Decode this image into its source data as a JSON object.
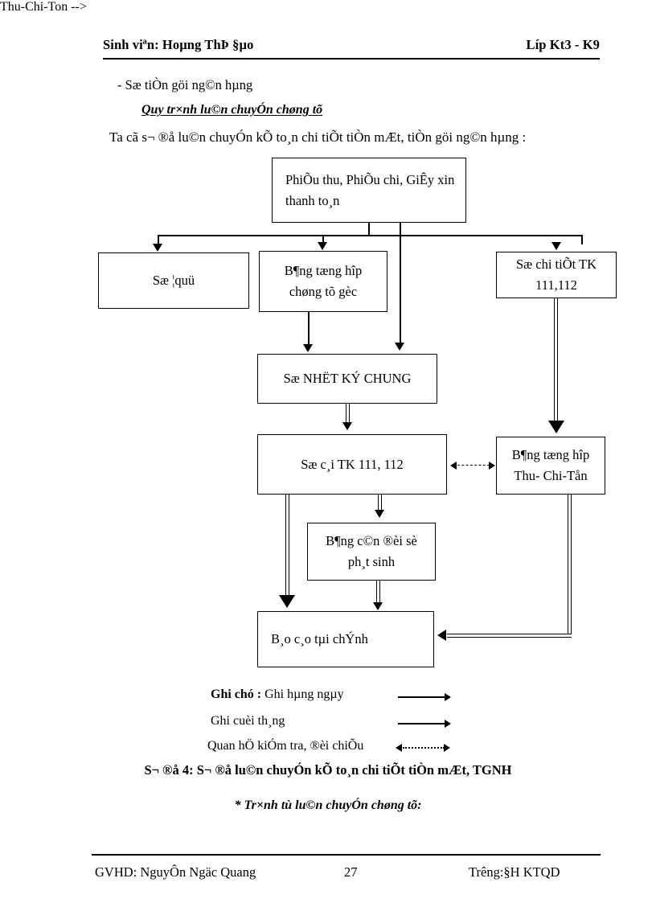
{
  "header": {
    "left": "Sinh viªn: Hoµng ThÞ §µo",
    "right": "Líp Kt3 - K9"
  },
  "body": {
    "line1": "- Sæ tiÒn göi ng©n hµng",
    "line2": "Quy tr×nh lu©n chuyÓn chøng tõ",
    "line3": "Ta cã s¬ ®å lu©n chuyÓn kÕ to¸n chi tiÕt tiÒn mÆt, tiÒn göi ng©n hµng :",
    "caption": "S¬ ®å 4: S¬ ®å lu©n chuyÓn kÕ to¸n chi tiÕt tiÒn mÆt, TGNH",
    "subcaption": "* Tr×nh tù lu©n chuyÓn chøng tõ:"
  },
  "diagram": {
    "boxes": {
      "chungtu": "PhiÕu thu, PhiÕu chi, GiÊy xin thanh to¸n",
      "soquy": "Sæ ¦quü",
      "bangtonghop_line1": "B¶ng tæng hîp",
      "bangtonghop_line2": "chøng tõ gèc",
      "sochitiet_line1": "Sæ chi tiÕt TK",
      "sochitiet_line2": "111,112",
      "nhatky": "Sæ  NHËT KÝ CHUNG",
      "socai": "Sæ c¸i TK 111, 112",
      "thuchiton_line1": "B¶ng tæng hîp",
      "thuchiton_line2": "Thu- Chi-Tån",
      "candoi_line1": "B¶ng c©n ®èi sè",
      "candoi_line2": "ph¸t sinh",
      "baocao": "B¸o c¸o tµi chÝnh"
    }
  },
  "legend": {
    "label": "Ghi chó :",
    "row1": "Ghi hµng ngµy",
    "row2": "Ghi cuèi th¸ng",
    "row3": "Quan hÖ kiÓm tra, ®èi chiÕu"
  },
  "footer": {
    "left": "GVHD: NguyÔn Ngäc Quang",
    "page": "27",
    "right": "Trêng:§H  KTQD"
  }
}
